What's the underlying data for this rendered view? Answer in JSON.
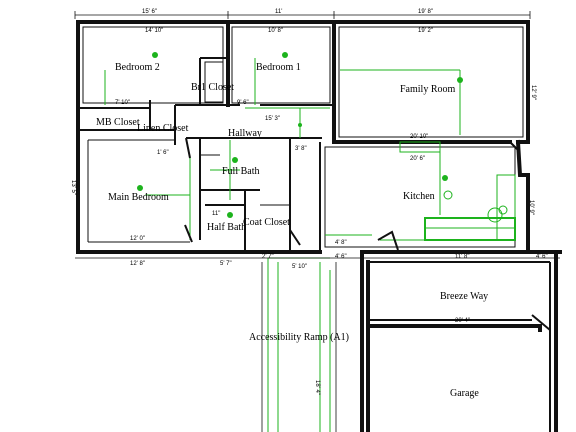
{
  "rooms": {
    "bedroom2": "Bedroom 2",
    "bedroom1": "Bedroom 1",
    "family_room": "Family Room",
    "br1_closet": "Br1 Closet",
    "mb_closet": "MB Closet",
    "linen_closet": "Linen Closet",
    "hallway": "Hallway",
    "full_bath": "Full Bath",
    "main_bedroom": "Main Bedroom",
    "kitchen": "Kitchen",
    "half_bath": "Half Bath",
    "coat_closet": "Coat Closet",
    "breeze_way": "Breeze Way",
    "accessibility_ramp": "Accessibility Ramp (A1)",
    "garage": "Garage"
  },
  "dimensions": {
    "top_bedroom2_outer": "15' 6\"",
    "top_bedroom2_inner": "14' 10\"",
    "top_bedroom1_outer": "11'",
    "top_bedroom1_inner": "10' 8\"",
    "top_family_outer": "19' 8\"",
    "top_family_inner": "19' 2\"",
    "family_side": "12' 9\"",
    "hall_left": "7' 10\"",
    "hall_right": "9' 6\"",
    "hallway_len": "15' 3\"",
    "family_bottom": "20' 10\"",
    "kitchen_width": "20' 6\"",
    "bath_width": "3' 8\"",
    "kitchen_side": "10' 9\"",
    "main_side": "13' 5\"",
    "main_width": "12' 0\"",
    "bottom_left": "12' 8\"",
    "bottom_mid": "5' 7\"",
    "bottom_a": "2' 7\"",
    "ramp_width": "5' 10\"",
    "bottom_b": "4' 6\"",
    "bottom_c": "4' 8\"",
    "garage_top": "11' 8\"",
    "garage_right": "4' 6\"",
    "breeze_inner": "20' 4\"",
    "ramp_len": "18' 4\"",
    "small_11": "11\"",
    "small_16": "1' 6\""
  }
}
